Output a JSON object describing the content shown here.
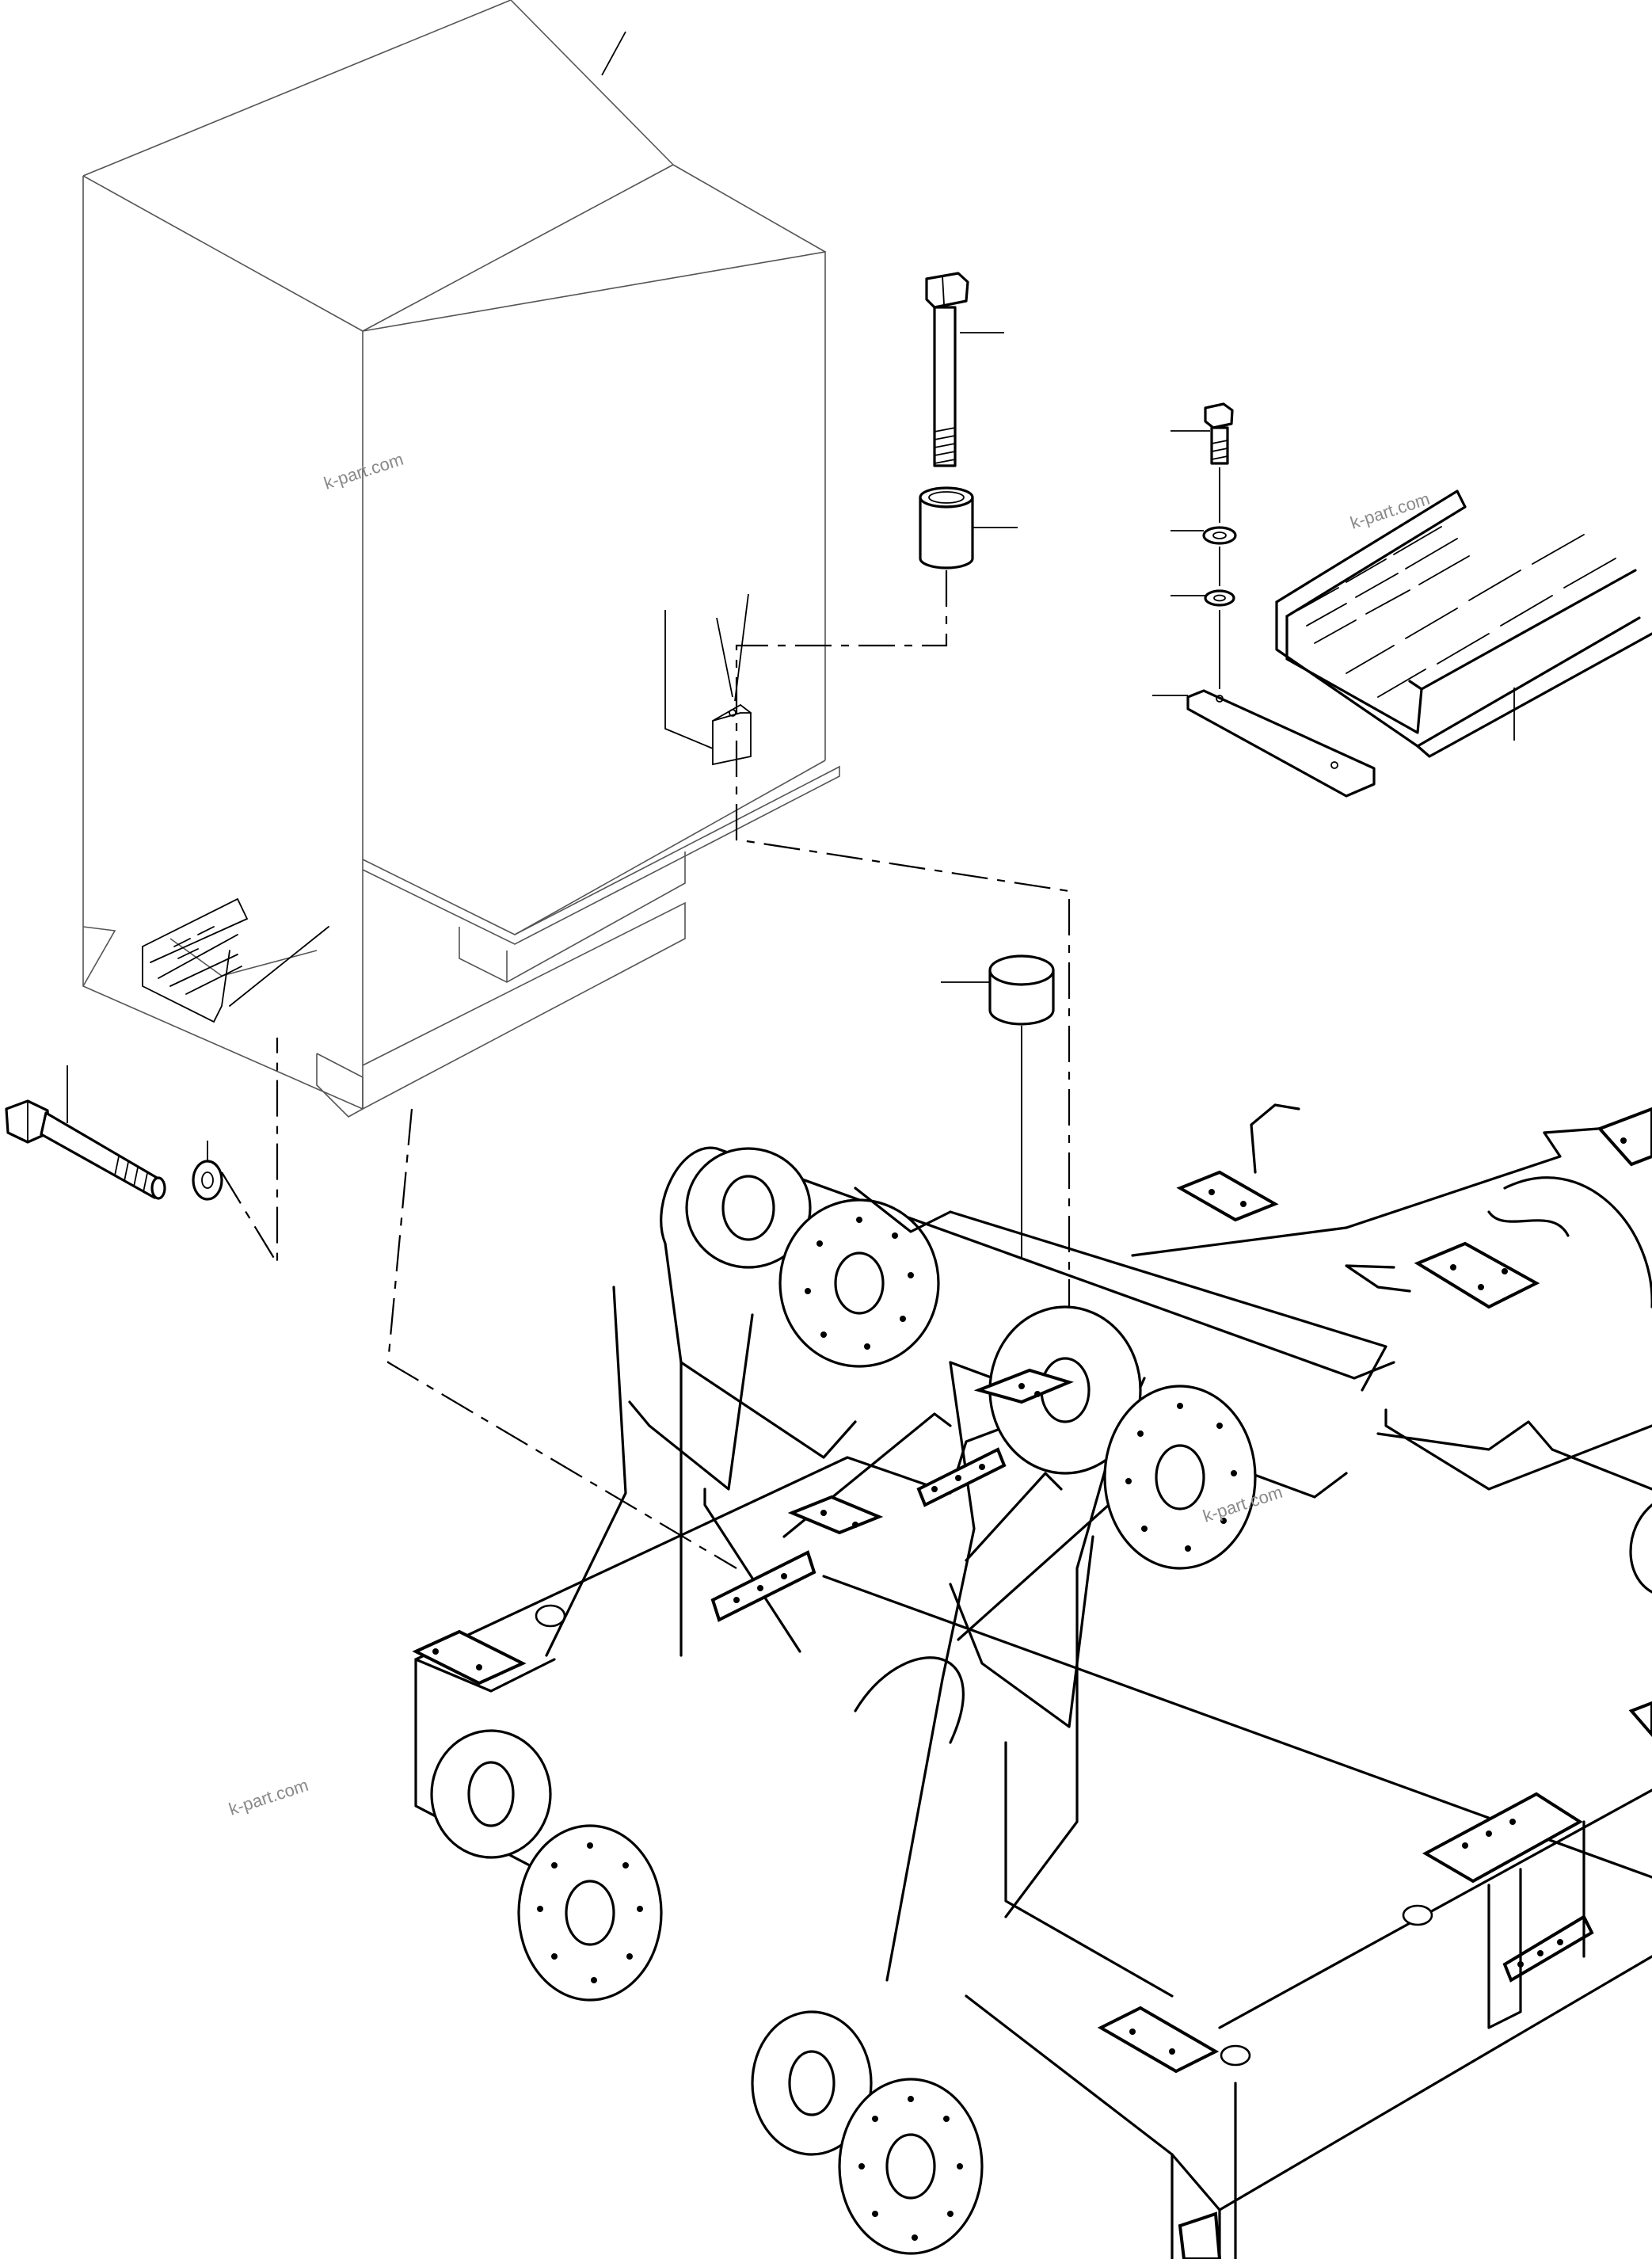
{
  "watermarks": [
    "k-part.com",
    "k-part.com",
    "k-part.com",
    "k-part.com"
  ],
  "icons": {
    "crate": "packing-crate-icon",
    "bolt": "hex-bolt-icon",
    "spacer": "spacer-sleeve-icon",
    "cap": "cap-plug-icon",
    "small_bolt": "small-bolt-icon",
    "washer": "washer-icon",
    "plate": "mounting-plate-icon",
    "tray": "cable-tray-icon",
    "frame": "machine-frame-icon"
  },
  "colors": {
    "line": "#000000",
    "crate_line": "#555555",
    "watermark": "#8a8a8a",
    "background": "#ffffff"
  }
}
